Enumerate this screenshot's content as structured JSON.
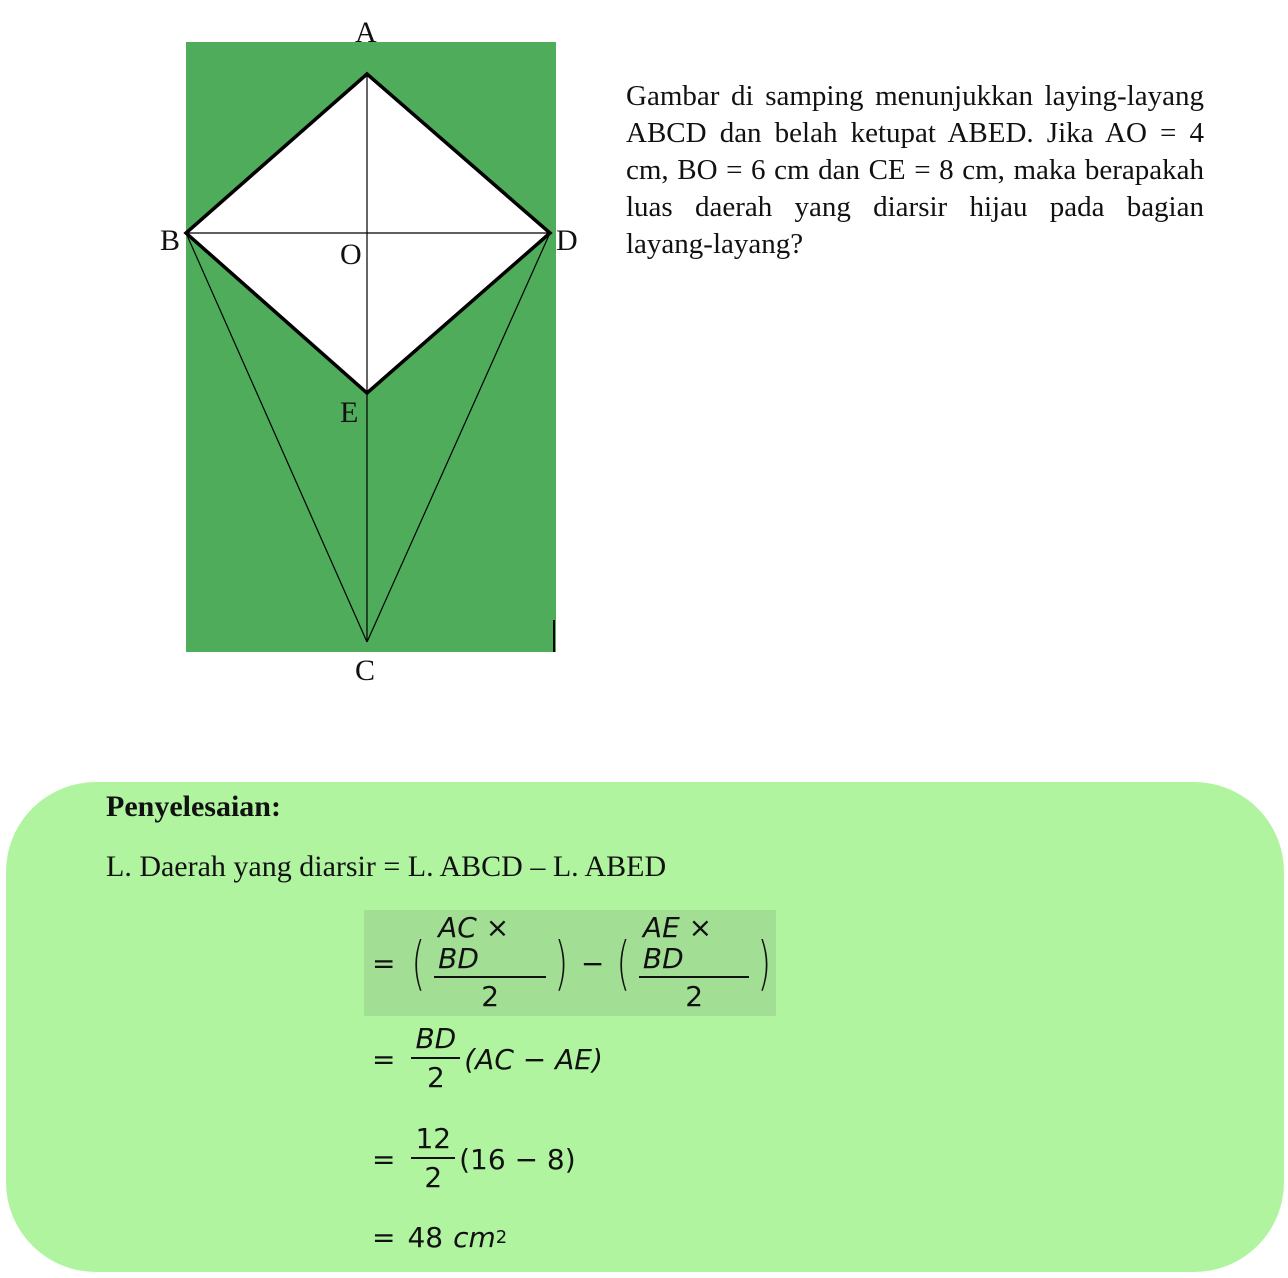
{
  "figure": {
    "labels": {
      "A": "A",
      "B": "B",
      "C": "C",
      "D": "D",
      "E": "E",
      "O": "O"
    },
    "colors": {
      "shaded": "#4fac5b",
      "rhombus": "#ffffff",
      "lines": "#000000"
    }
  },
  "problem": {
    "text": "Gambar di samping menunjukkan laying-layang ABCD dan belah ketupat ABED. Jika AO = 4 cm, BO = 6 cm dan CE = 8 cm, maka berapakah luas daerah yang diarsir hijau pada bagian layang-layang?"
  },
  "solution": {
    "title": "Penyelesaian:",
    "line1": "L. Daerah yang diarsir = L. ABCD – L. ABED",
    "step1": {
      "eq": "=",
      "frac1_num": "AC × BD",
      "frac1_den": "2",
      "minus": "−",
      "frac2_num": "AE × BD",
      "frac2_den": "2"
    },
    "step2": {
      "eq": "=",
      "frac_num": "BD",
      "frac_den": "2",
      "rest": "(AC − AE)"
    },
    "step3": {
      "eq": "=",
      "frac_num": "12",
      "frac_den": "2",
      "rest": "(16 − 8)"
    },
    "step4": {
      "eq": "=",
      "value": "48",
      "unit": "cm",
      "exp": "2"
    },
    "colors": {
      "background": "#b0f4a0",
      "highlight": "#a2de94"
    }
  }
}
